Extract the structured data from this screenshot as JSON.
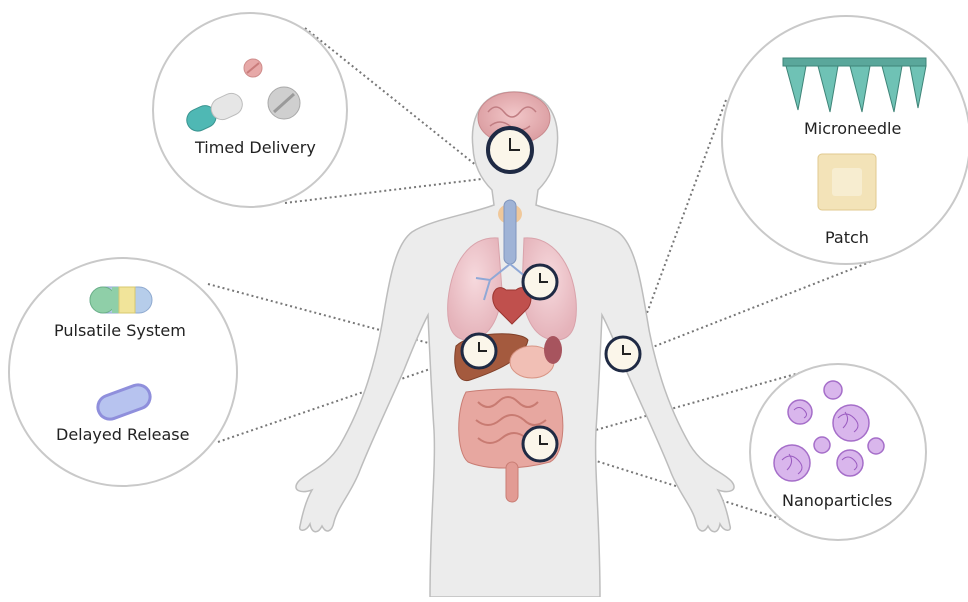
{
  "labels": {
    "timed_delivery": "Timed Delivery",
    "microneedle": "Microneedle",
    "patch": "Patch",
    "pulsatile_system": "Pulsatile System",
    "delayed_release": "Delayed Release",
    "nanoparticles": "Nanoparticles"
  },
  "colors": {
    "body_fill": "#ececec",
    "body_stroke": "#bdbdbd",
    "callout_stroke": "#c9c9c9",
    "clock_ring": "#1f2a44",
    "capsule_teal": "#4fb8b4",
    "tablet_pink": "#e4a7a7",
    "microneedle_teal": "#5aa79b",
    "patch_beige": "#f3e3b8",
    "pulsatile_green": "#8fcfa8",
    "pulsatile_yellow": "#f1e49a",
    "pulsatile_blue": "#b6cdea",
    "delayed_purple": "#8f8fdc",
    "nanoparticle_purple": "#a56ec9"
  },
  "icons": [
    "clock-icon",
    "capsule-icon",
    "tablet-icon",
    "microneedle-icon",
    "patch-icon",
    "pulsatile-capsule-icon",
    "delayed-release-capsule-icon",
    "nanoparticle-icon"
  ]
}
